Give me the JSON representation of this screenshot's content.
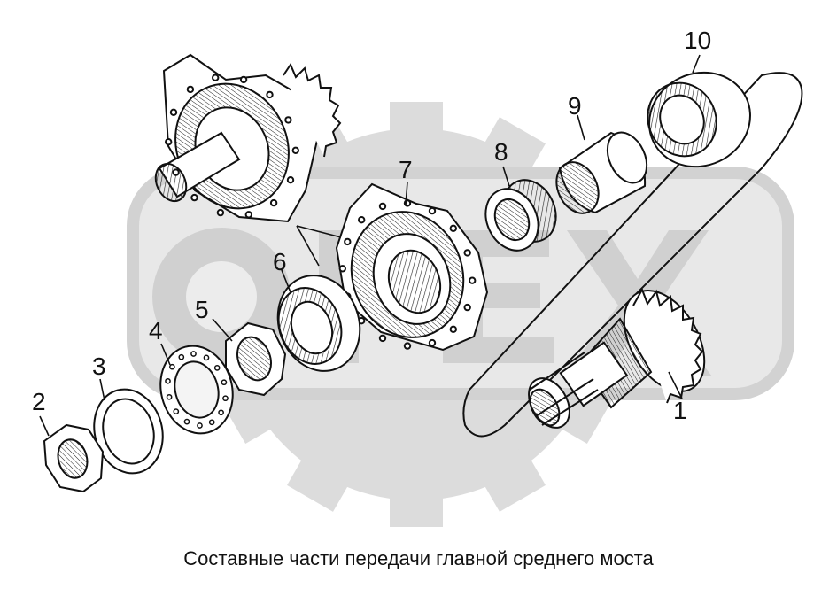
{
  "diagram": {
    "caption": "Составные части передачи главной среднего моста",
    "callouts": [
      {
        "id": "c1",
        "label": "1"
      },
      {
        "id": "c2",
        "label": "2"
      },
      {
        "id": "c3",
        "label": "3"
      },
      {
        "id": "c4",
        "label": "4"
      },
      {
        "id": "c5",
        "label": "5"
      },
      {
        "id": "c6",
        "label": "6"
      },
      {
        "id": "c7",
        "label": "7"
      },
      {
        "id": "c8",
        "label": "8"
      },
      {
        "id": "c9",
        "label": "9"
      },
      {
        "id": "c10",
        "label": "10"
      }
    ],
    "watermark_text": "OPEX"
  },
  "colors": {
    "watermark": "#dcdcdc",
    "line": "#111111",
    "background": "#ffffff"
  }
}
